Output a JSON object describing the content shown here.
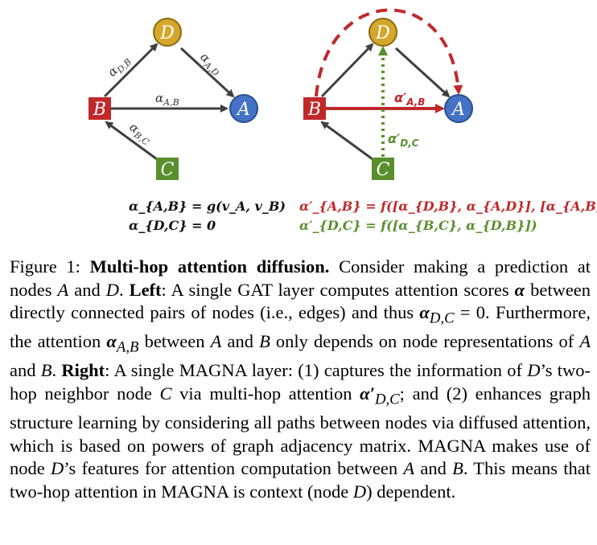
{
  "figure": {
    "left": {
      "nodes": {
        "D": "D",
        "B": "B",
        "A": "A",
        "C": "C"
      },
      "edge_labels": {
        "db": "α",
        "db_sub": "D,B",
        "ad": "α",
        "ad_sub": "A,D",
        "ab": "α",
        "ab_sub": "A,B",
        "bc": "α",
        "bc_sub": "B,C"
      },
      "equations": [
        "α_{A,B} = g(v_A, v_B)",
        "α_{D,C} = 0"
      ]
    },
    "right": {
      "nodes": {
        "D": "D",
        "B": "B",
        "A": "A",
        "C": "C"
      },
      "edge_labels": {
        "ab": "α′",
        "ab_sub": "A,B",
        "dc": "α′",
        "dc_sub": "D,C"
      },
      "equations": [
        "α′_{A,B} = f([α_{D,B}, α_{A,D}], [α_{A,B}])",
        "α′_{D,C} = f([α_{B,C}, α_{D,B}])"
      ]
    },
    "colors": {
      "node_D": "#d4a72c",
      "node_A": "#4472c4",
      "node_B": "#c0282a",
      "node_C": "#5a8f2e",
      "edge": "#404040",
      "red": "#c0282a",
      "green": "#5a8f2e"
    }
  },
  "caption": {
    "prefix": "Figure 1:",
    "title": "Multi-hop attention diffusion.",
    "t1": "Consider making a prediction at nodes",
    "t2": "and",
    "t3": ".",
    "left_label": "Left",
    "t4": ": A single GAT layer computes attention scores",
    "t5": "between directly connected pairs of nodes (i.e., edges) and thus",
    "t6": ". Furthermore, the attention",
    "t7": "between",
    "t8": "and",
    "t9": "only depends on node representations of",
    "t10": "and",
    "t11": ".",
    "right_label": "Right",
    "t12": ": A single MAGNA layer: (1) captures the information of",
    "t13": "’s two-hop neighbor node",
    "t14": "via multi-hop attention",
    "t15": "; and (2) enhances graph structure learning by considering all paths between nodes via diffused attention, which is based on powers of graph adjacency matrix. MAGNA makes use of node",
    "t16": "’s features for attention computation between",
    "t17": "and",
    "t18": ". This means that two-hop attention in MAGNA is context (node",
    "t19": ") dependent.",
    "m_A": "A",
    "m_D": "D",
    "m_B": "B",
    "m_C": "C",
    "m_alpha": "α",
    "m_alpha_DC": "α",
    "m_alpha_DC_sub": "D,C",
    "m_eq_rhs": " = 0",
    "m_alpha_AB": "α",
    "m_alpha_AB_sub": "A,B",
    "m_alpha_prime": "α′",
    "m_alpha_prime_sub": "D,C"
  }
}
